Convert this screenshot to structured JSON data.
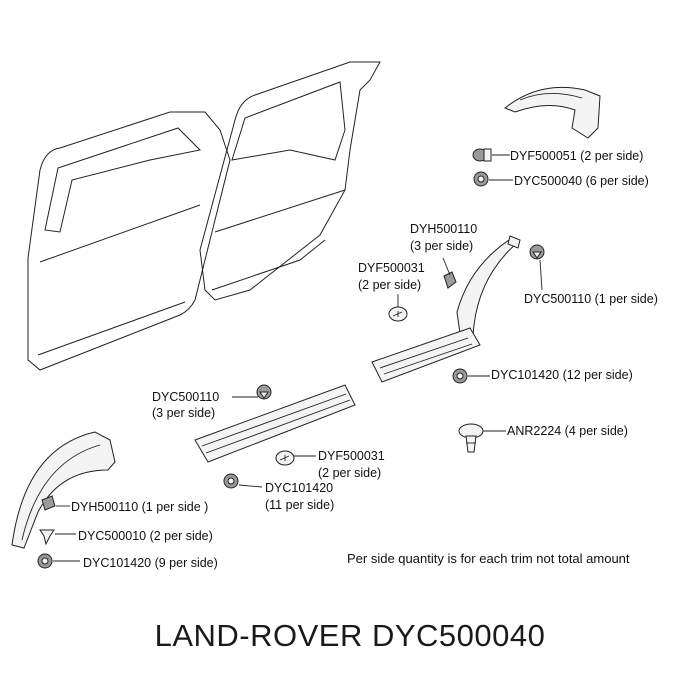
{
  "labels": {
    "dyf500051_top": "DYF500051 (2 per side)",
    "dyc500040_top": "DYC500040 (6 per side)",
    "dyh500110_rear_code": "DYH500110",
    "dyh500110_rear_qty": "(3 per side)",
    "dyf500031_rear_code": "DYF500031",
    "dyf500031_rear_qty": "(2 per side)",
    "dyc500110_rear": "DYC500110 (1 per side)",
    "dyc101420_rear": "DYC101420 (12 per side)",
    "dyc500110_mid_code": "DYC500110",
    "dyc500110_mid_qty": "(3 per side)",
    "anr2224": "ANR2224 (4 per side)",
    "dyf500031_mid_code": "DYF500031",
    "dyf500031_mid_qty": "(2 per side)",
    "dyc101420_mid_code": "DYC101420",
    "dyc101420_mid_qty": "(11 per side)",
    "dyh500110_front": "DYH500110 (1 per side )",
    "dyc500010_front": "DYC500010 (2 per side)",
    "dyc101420_front": "DYC101420 (9 per side)"
  },
  "note": "Per side quantity is for each trim not total amount",
  "brand_title": "LAND-ROVER DYC500040"
}
